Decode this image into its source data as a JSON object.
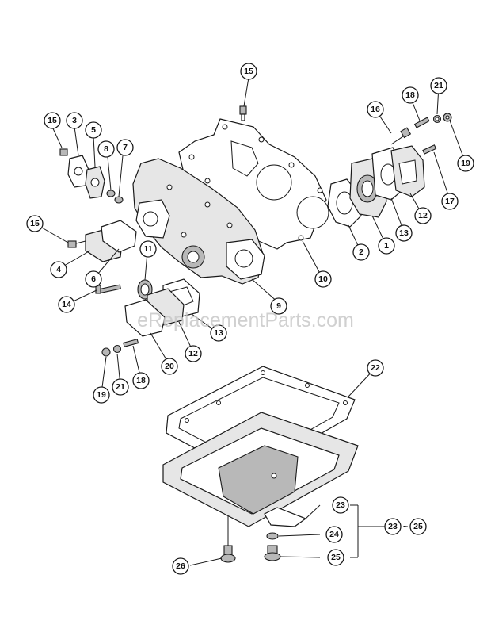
{
  "watermark": "eReplacementParts.com",
  "callouts": {
    "c1": "1",
    "c2": "2",
    "c3": "3",
    "c4": "4",
    "c5": "5",
    "c6": "6",
    "c7": "7",
    "c8": "8",
    "c9": "9",
    "c10": "10",
    "c11": "11",
    "c12a": "12",
    "c12b": "12",
    "c13a": "13",
    "c13b": "13",
    "c14": "14",
    "c15a": "15",
    "c15b": "15",
    "c15c": "15",
    "c16": "16",
    "c17": "17",
    "c18a": "18",
    "c18b": "18",
    "c19a": "19",
    "c19b": "19",
    "c20": "20",
    "c21a": "21",
    "c21b": "21",
    "c22": "22",
    "c23a": "23",
    "c23b": "23",
    "c24": "24",
    "c25a": "25",
    "c25b": "25",
    "c26": "26",
    "range_sep": "~"
  },
  "colors": {
    "line": "#1a1a1a",
    "watermark": "#c8c8c8",
    "background": "#ffffff"
  }
}
